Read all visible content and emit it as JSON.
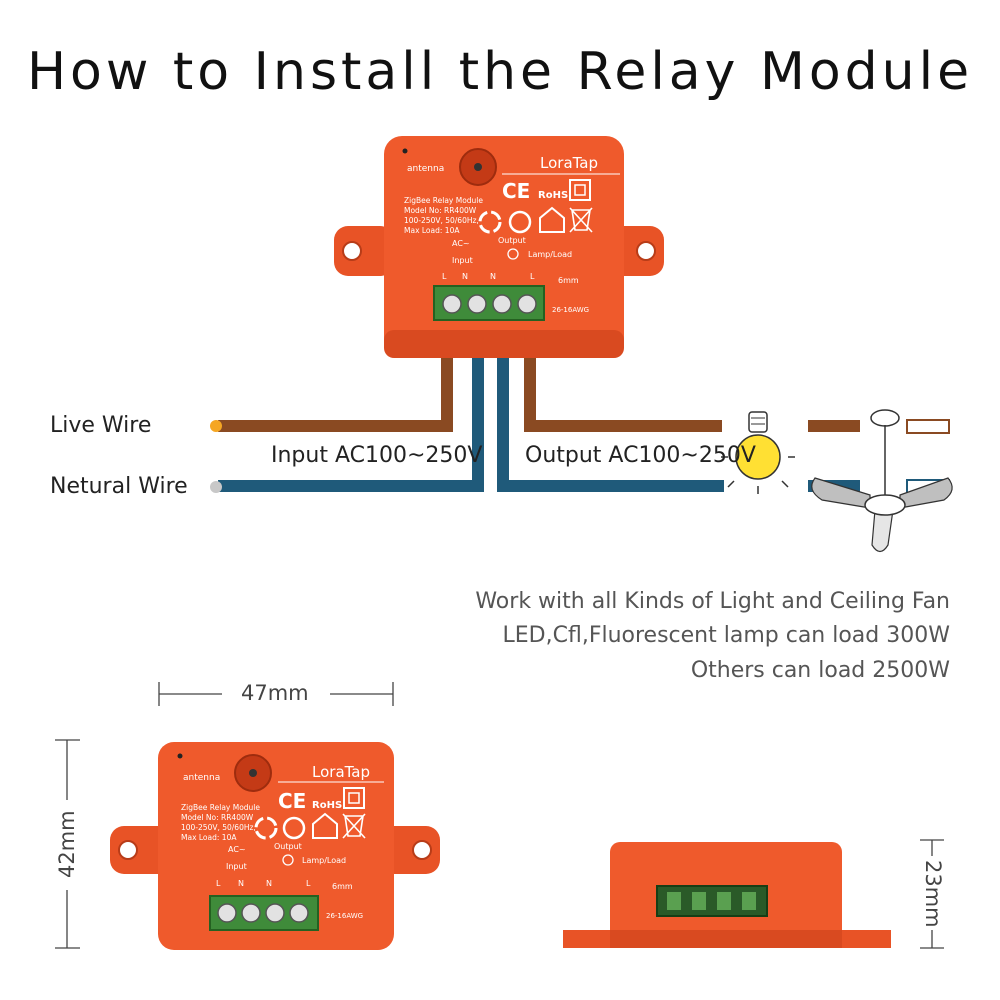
{
  "title": "How to Install the Relay Module",
  "wires": {
    "live_label": "Live Wire",
    "neutral_label": "Netural Wire",
    "input_label": "Input AC100~250V",
    "output_label": "Output AC100~250V",
    "live_color": "#8a4a22",
    "neutral_color": "#1f5a7a"
  },
  "module": {
    "brand": "LoraTap",
    "antenna": "antenna",
    "spec_lines": [
      "ZigBee Relay Module",
      "Model No: RR400W",
      "100-250V, 50/60Hz,",
      "Max Load: 10A"
    ],
    "ce": "CE",
    "rohs": "RoHS",
    "ac": "AC~",
    "input": "Input",
    "output": "Output",
    "lamp_load": "Lamp/Load",
    "terminal_labels": [
      "L",
      "N",
      "N",
      "L"
    ],
    "strip": "6mm",
    "awg": "26-16AWG",
    "body_color": "#ef5a2c"
  },
  "notes": [
    "Work with all Kinds of Light and Ceiling Fan",
    "LED,Cfl,Fluorescent lamp can load 300W",
    "Others can load 2500W"
  ],
  "dimensions": {
    "width": "47mm",
    "height": "42mm",
    "depth": "23mm"
  }
}
